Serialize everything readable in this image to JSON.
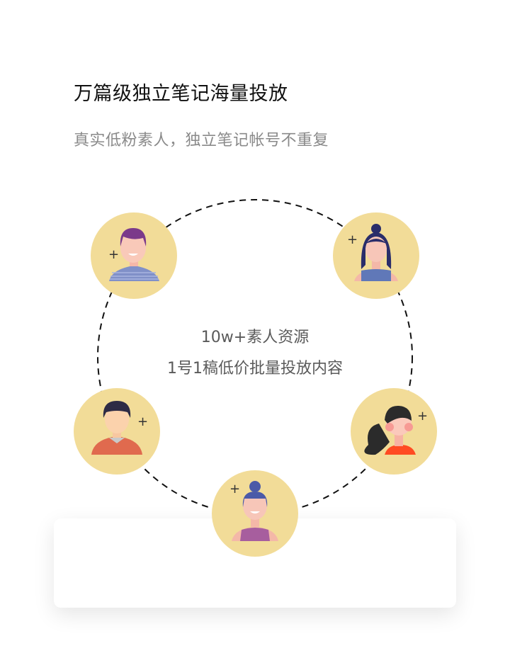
{
  "header": {
    "title": "万篇级独立笔记海量投放",
    "subtitle": "真实低粉素人，独立笔记帐号不重复"
  },
  "center": {
    "line1": "10w+素人资源",
    "line2": "1号1稿低价批量投放内容"
  },
  "colors": {
    "avatar_bg": "#f2dc98",
    "ring": "#111111"
  },
  "avatars": [
    "man-striped-shirt-avatar",
    "woman-bun-avatar",
    "man-orange-shirt-avatar",
    "woman-long-hair-avatar",
    "woman-purple-top-avatar"
  ]
}
